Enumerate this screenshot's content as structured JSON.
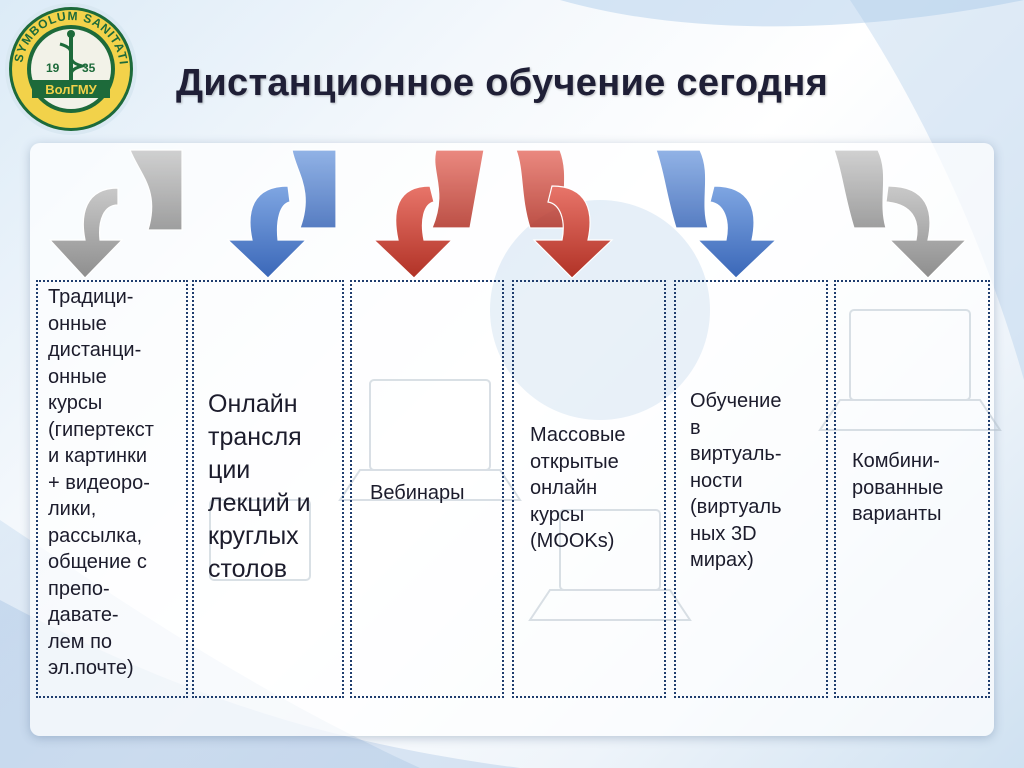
{
  "slide": {
    "title": "Дистанционное обучение сегодня",
    "logo": {
      "ring_text": "SYMBOLUM SANITATIS",
      "year_left": "19",
      "year_right": "35",
      "name": "ВолГМУ",
      "icon": "caduceus-icon"
    },
    "columns": [
      {
        "text": "Традици-\nонные\nдистанци-\nонные\nкурсы\n(гипертекст\nи  картинки\n+ видеоро-\nлики,\nрассылка,\nобщение с\nпрепо-\nдавате-\nлем по\nэл.почте)",
        "arrow_color": "gray"
      },
      {
        "text": "Онлайн\nтрансля\nции\nлекций и\nкруглых\nстолов",
        "arrow_color": "blue"
      },
      {
        "text": "Вебинары",
        "arrow_color": "red"
      },
      {
        "text": "Массовые\nоткрытые\nонлайн\nкурсы\n(MOOKs)",
        "arrow_color": "red"
      },
      {
        "text": "Обучение\nв\nвиртуаль-\nности\n(виртуаль\nных 3D\nмирах)",
        "arrow_color": "blue"
      },
      {
        "text": "Комбини-\nрованные\nварианты",
        "arrow_color": "gray"
      }
    ]
  },
  "colors": {
    "gray_arrow": "#a9a9a9",
    "blue_arrow": "#4f7fd0",
    "red_arrow": "#c8473a",
    "border": "#1f3d6e",
    "title": "#1f1f36"
  }
}
